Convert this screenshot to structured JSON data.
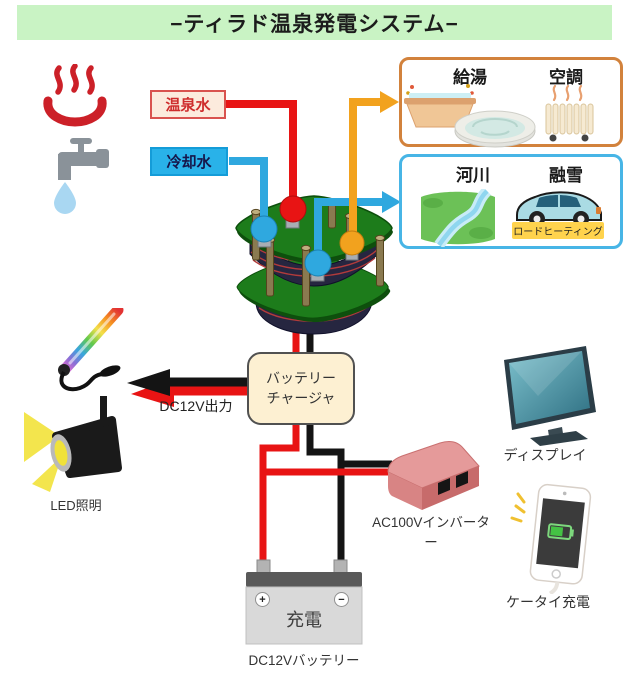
{
  "title": "−ティラド温泉発電システム−",
  "inputs": {
    "onsen_water": "温泉水",
    "cooling_water": "冷却水"
  },
  "hot_usage_box": {
    "item1": "給湯",
    "item2": "空調"
  },
  "cold_usage_box": {
    "item1": "河川",
    "item2": "融雪",
    "road_heating": "ロードヒーティング"
  },
  "charger": {
    "label_line1": "バッテリー",
    "label_line2": "チャージャ",
    "output_label": "DC12V出力"
  },
  "loads": {
    "led": "LED照明",
    "display": "ディスプレイ",
    "phone": "ケータイ充電"
  },
  "inverter_label": "AC100Vインバーター",
  "battery": {
    "label": "DC12Vバッテリー",
    "charge_text": "充電",
    "plus_terminal": "+",
    "minus_terminal": "−"
  },
  "colors": {
    "banner_bg": "#c9f3c4",
    "hot_water_line": "#e81414",
    "cooling_water_line": "#2fa8df",
    "warm_output_line": "#f2a21e",
    "positive_wire": "#e81414",
    "negative_wire": "#141414",
    "hot_box_border": "#d2823c",
    "cold_box_border": "#47b5e6",
    "charger_box_bg": "#fdf0d2",
    "road_heating_bg": "#ffd34d"
  }
}
